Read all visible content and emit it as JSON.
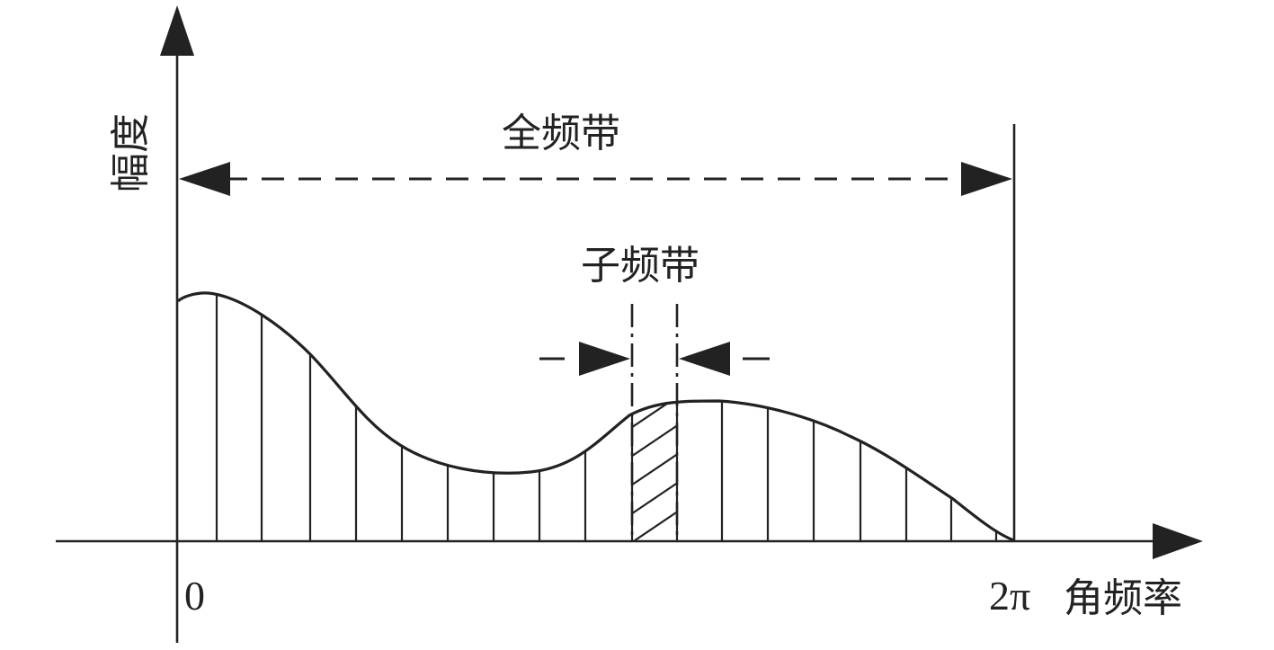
{
  "diagram": {
    "y_axis_label": "幅度",
    "x_axis_label": "角频率",
    "origin_label": "0",
    "end_label": "2π",
    "full_band_label": "全频带",
    "sub_band_label": "子频带",
    "colors": {
      "ink": "#222222",
      "background": "#ffffff"
    }
  }
}
